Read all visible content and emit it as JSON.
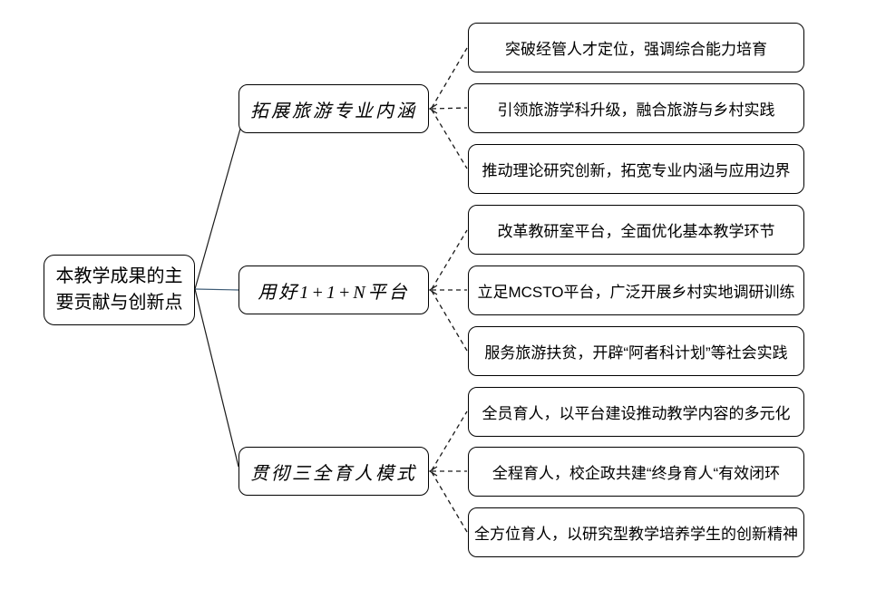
{
  "colors": {
    "box-border": "#000000",
    "solid-line": "#1a1a1a",
    "root-middle-line": "#3E5C76",
    "dashed-line": "#1a1a1a"
  },
  "root": {
    "lines": [
      "本教学成果的主",
      "要贡献与创新点"
    ]
  },
  "branches": [
    {
      "label": "拓展旅游专业内涵",
      "leaves": [
        "突破经管人才定位，强调综合能力培育",
        "引领旅游学科升级，融合旅游与乡村实践",
        "推动理论研究创新，拓宽专业内涵与应用边界"
      ]
    },
    {
      "label": "用好1+1+N平台",
      "leaves": [
        "改革教研室平台，全面优化基本教学环节",
        "立足MCSTO平台，广泛开展乡村实地调研训练",
        "服务旅游扶贫，开辟“阿者科计划”等社会实践"
      ]
    },
    {
      "label": "贯彻三全育人模式",
      "leaves": [
        "全员育人，以平台建设推动教学内容的多元化",
        "全程育人，校企政共建“终身育人“有效闭环",
        "全方位育人，以研究型教学培养学生的创新精神"
      ]
    }
  ]
}
